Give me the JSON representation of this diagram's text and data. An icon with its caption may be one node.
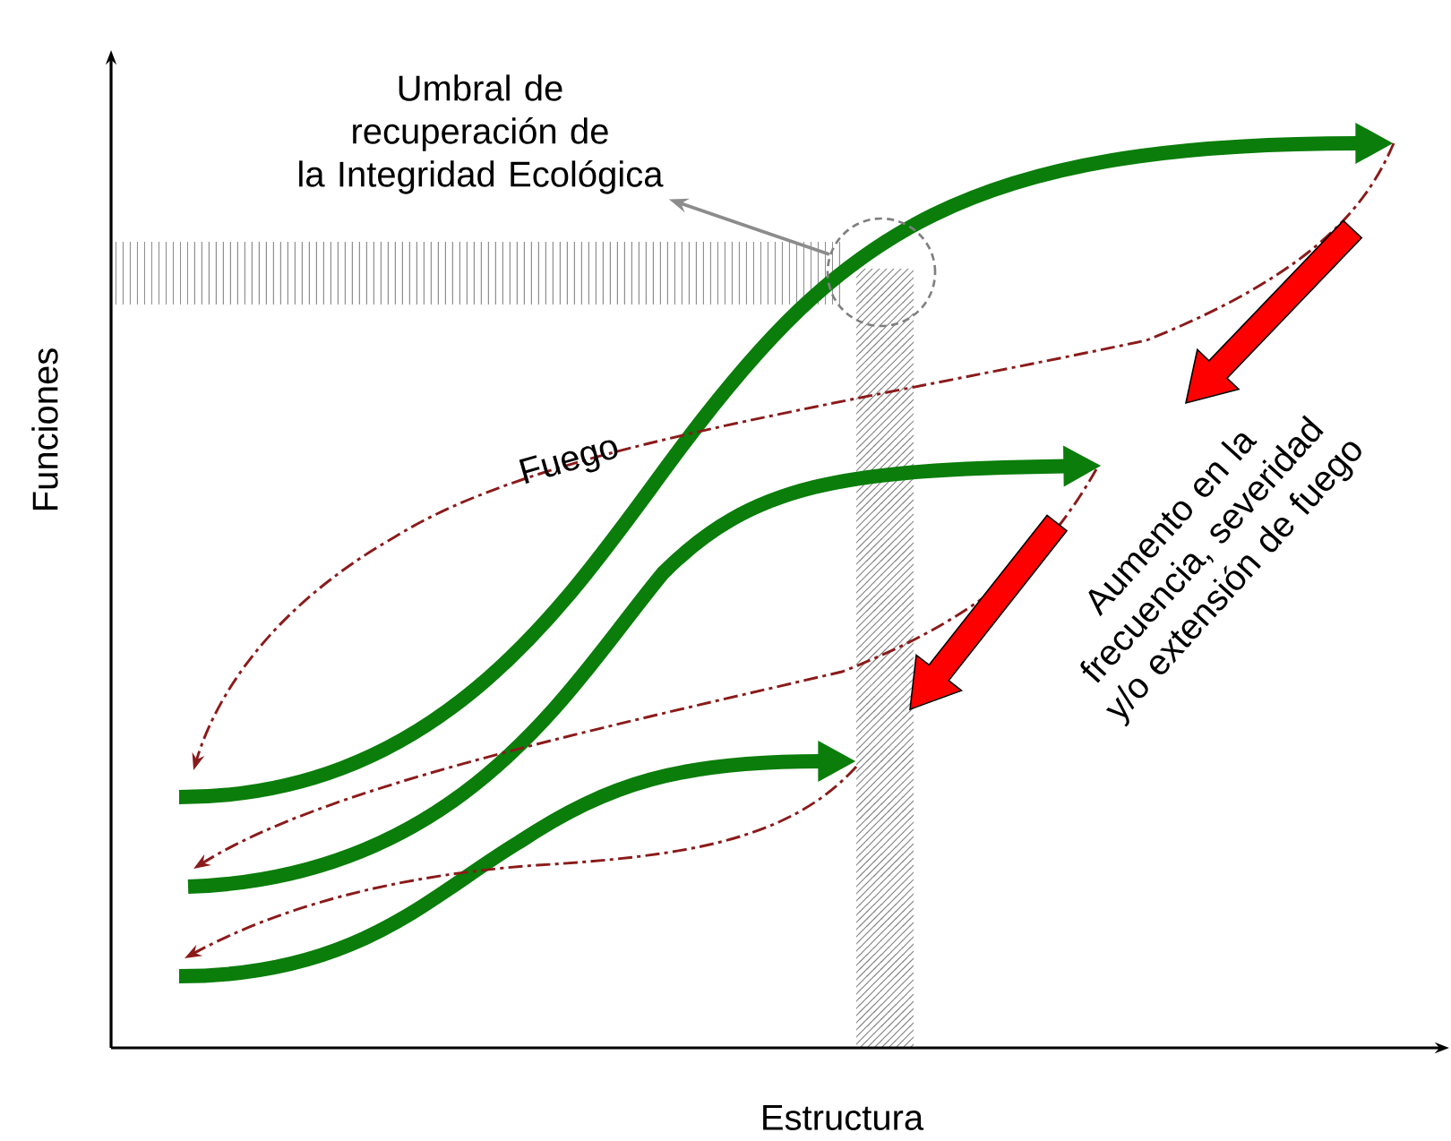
{
  "diagram": {
    "nodes": [
      {
        "text": [
          "Umbral de recuperación de la Integridad Ecológica"
        ]
      },
      {
        "text": [],
        "shape": "circle"
      }
    ],
    "edges": [
      {
        "from": 1,
        "to": 0,
        "arrow": "to",
        "color": "#8c8c8c"
      }
    ],
    "labels": [
      "Fuego",
      "Aumento en la frecuencia, severidad y/o extensión de fuego",
      "Funciones",
      "Estructura"
    ]
  }
}
